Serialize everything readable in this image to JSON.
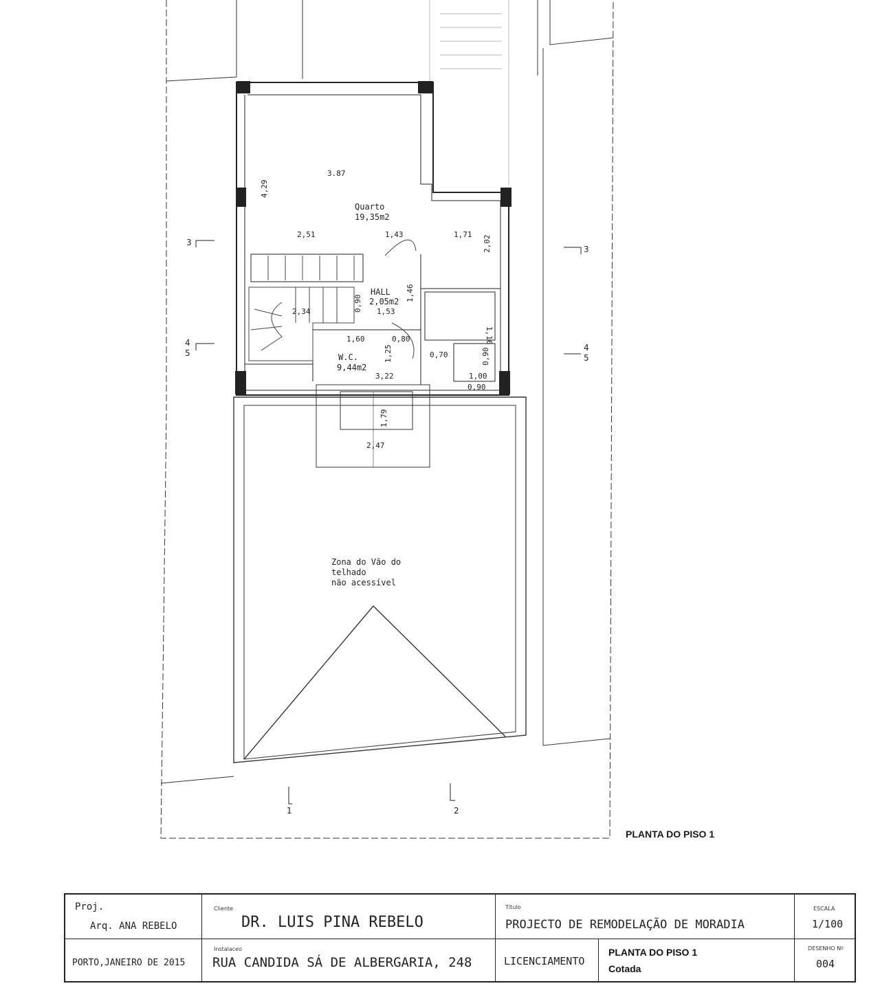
{
  "drawing": {
    "rooms": [
      {
        "name": "Quarto",
        "area": "19,35m2"
      },
      {
        "name": "HALL",
        "area": "2,05m2"
      },
      {
        "name": "W.C.",
        "area": "9,44m2"
      }
    ],
    "dimensions": [
      "3.87",
      "4,29",
      "2,51",
      "1,43",
      "1,71",
      "2,02",
      "1,46",
      "0,90",
      "1,53",
      "2,34",
      "1,60",
      "0,80",
      "1,25",
      "0,70",
      "1,16",
      "0,90",
      "1,00",
      "0,90",
      "3,22",
      "1,79",
      "2,47"
    ],
    "roof_note": [
      "Zona do Vão do",
      "telhado",
      "não acessível"
    ],
    "sections": {
      "s1": "1",
      "s2": "2",
      "s3": "3",
      "s4": "4",
      "s5": "5"
    },
    "title": "PLANTA DO PISO 1"
  },
  "title_block": {
    "proj_label": "Proj.",
    "architect": "Arq. ANA REBELO",
    "client_label": "Cliente",
    "client": "DR. LUIS PINA REBELO",
    "title_label": "Título",
    "project_title": "PROJECTO DE REMODELAÇÃO DE MORADIA",
    "scale_label": "ESCALA",
    "scale": "1/100",
    "place_date": "PORTO,JANEIRO DE 2015",
    "location_label": "Instalaceo",
    "address": "RUA CANDIDA SÁ DE ALBERGARIA, 248",
    "phase": "LICENCIAMENTO",
    "sheet_title": "PLANTA DO PISO 1",
    "sheet_subtitle": "Cotada",
    "drawing_no_label": "DESENHO Nº",
    "drawing_no": "004"
  }
}
